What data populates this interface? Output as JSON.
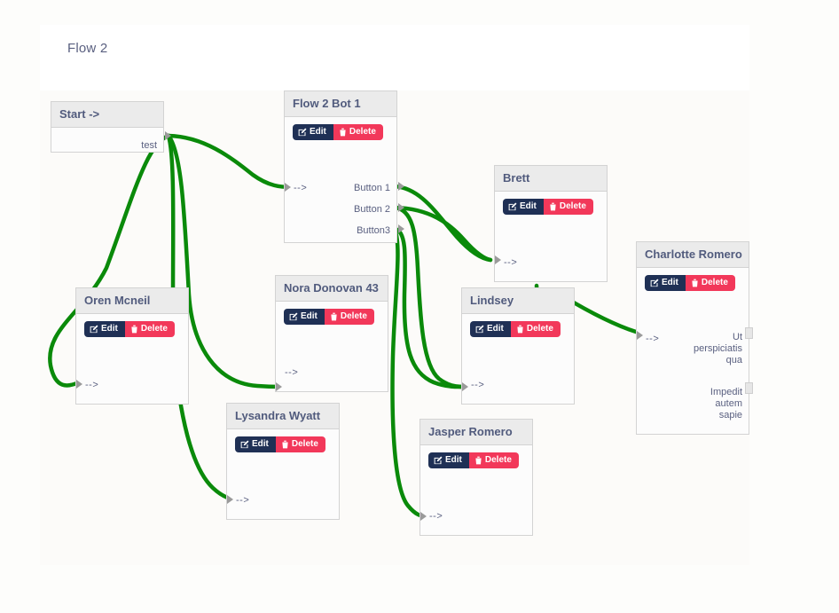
{
  "header": {
    "title": "Flow 2"
  },
  "buttons": {
    "edit_label": "Edit",
    "delete_label": "Delete"
  },
  "colors": {
    "edge": "#0a8a0a",
    "edit_bg": "#1f3055",
    "delete_bg": "#f2385a",
    "node_header_bg": "#ebebeb",
    "node_border": "#d3d3d3",
    "title_text": "#5a6080"
  },
  "icons": {
    "edit": "pencil-square-icon",
    "delete": "trash-icon"
  },
  "nodes": [
    {
      "id": "start",
      "title": "Start ->",
      "has_buttons": false,
      "inputs": [],
      "outputs": [
        "test"
      ]
    },
    {
      "id": "flow2bot1",
      "title": "Flow 2 Bot 1",
      "has_buttons": true,
      "inputs": [
        "-->"
      ],
      "outputs": [
        "Button 1",
        "Button 2",
        "Button3"
      ]
    },
    {
      "id": "oren",
      "title": "Oren Mcneil",
      "has_buttons": true,
      "inputs": [
        "-->"
      ],
      "outputs": []
    },
    {
      "id": "nora",
      "title": "Nora Donovan 43",
      "has_buttons": true,
      "inputs": [
        "-->"
      ],
      "outputs": []
    },
    {
      "id": "lysandra",
      "title": "Lysandra Wyatt",
      "has_buttons": true,
      "inputs": [
        "-->"
      ],
      "outputs": []
    },
    {
      "id": "brett",
      "title": "Brett",
      "has_buttons": true,
      "inputs": [
        "-->"
      ],
      "outputs": []
    },
    {
      "id": "lindsey",
      "title": "Lindsey",
      "has_buttons": true,
      "inputs": [
        "-->"
      ],
      "outputs": []
    },
    {
      "id": "jasper",
      "title": "Jasper Romero",
      "has_buttons": true,
      "inputs": [
        "-->"
      ],
      "outputs": []
    },
    {
      "id": "charlotte",
      "title": "Charlotte Romero",
      "has_buttons": true,
      "inputs": [
        "-->"
      ],
      "outputs": [
        "Ut perspiciatis qua",
        "Impedit autem sapie"
      ]
    }
  ],
  "edges": [
    {
      "from": "start.test",
      "to": "oren.in"
    },
    {
      "from": "start.test",
      "to": "flow2bot1.in"
    },
    {
      "from": "start.test",
      "to": "nora.in"
    },
    {
      "from": "start.test",
      "to": "lysandra.in"
    },
    {
      "from": "flow2bot1.Button 1",
      "to": "brett.in"
    },
    {
      "from": "flow2bot1.Button 2",
      "to": "brett.in"
    },
    {
      "from": "flow2bot1.Button 2",
      "to": "lindsey.in"
    },
    {
      "from": "flow2bot1.Button3",
      "to": "lindsey.in"
    },
    {
      "from": "flow2bot1.Button3",
      "to": "jasper.in"
    },
    {
      "from": "brett.out",
      "to": "charlotte.in"
    },
    {
      "from": "lindsey.out",
      "to": "charlotte.in"
    }
  ]
}
